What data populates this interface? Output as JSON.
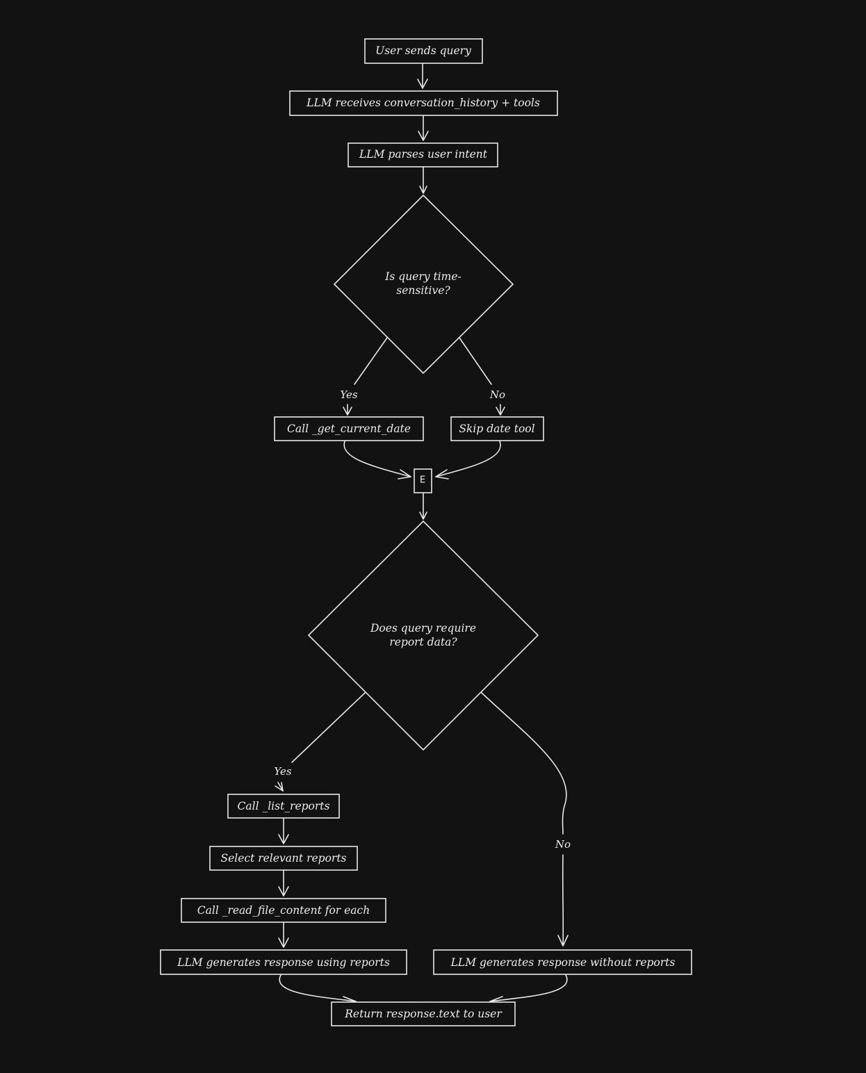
{
  "nodes": {
    "user_sends_query": "User sends query",
    "llm_receives": "LLM receives conversation_history + tools",
    "llm_parses": "LLM parses user intent",
    "time_sensitive": [
      "Is query time-",
      "sensitive?"
    ],
    "call_get_current_date": "Call _get_current_date",
    "skip_date_tool": "Skip date tool",
    "junction": "E",
    "require_report": [
      "Does query require",
      "report data?"
    ],
    "call_list_reports": "Call _list_reports",
    "select_relevant": "Select relevant reports",
    "call_read_file": "Call _read_file_content for each",
    "generate_using": "LLM generates response using reports",
    "generate_without": "LLM generates response without reports",
    "return_response": "Return response.text to user"
  },
  "edge_labels": {
    "time_yes": "Yes",
    "time_no": "No",
    "report_yes": "Yes",
    "report_no": "No"
  }
}
